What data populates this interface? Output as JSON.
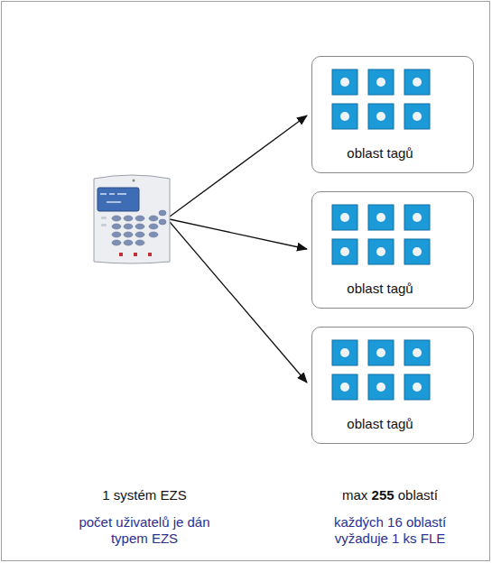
{
  "diagram": {
    "nodes": [
      {
        "text": [
          "oblast tagů"
        ]
      },
      {
        "text": [
          "oblast tagů"
        ]
      },
      {
        "text": [
          "oblast tagů"
        ]
      }
    ],
    "labels": [
      "1 systém EZS",
      "počet uživatelů je dán typem EZS",
      "max 255 oblastí",
      "každých 16 oblastí vyžaduje 1 ks FLE"
    ]
  }
}
